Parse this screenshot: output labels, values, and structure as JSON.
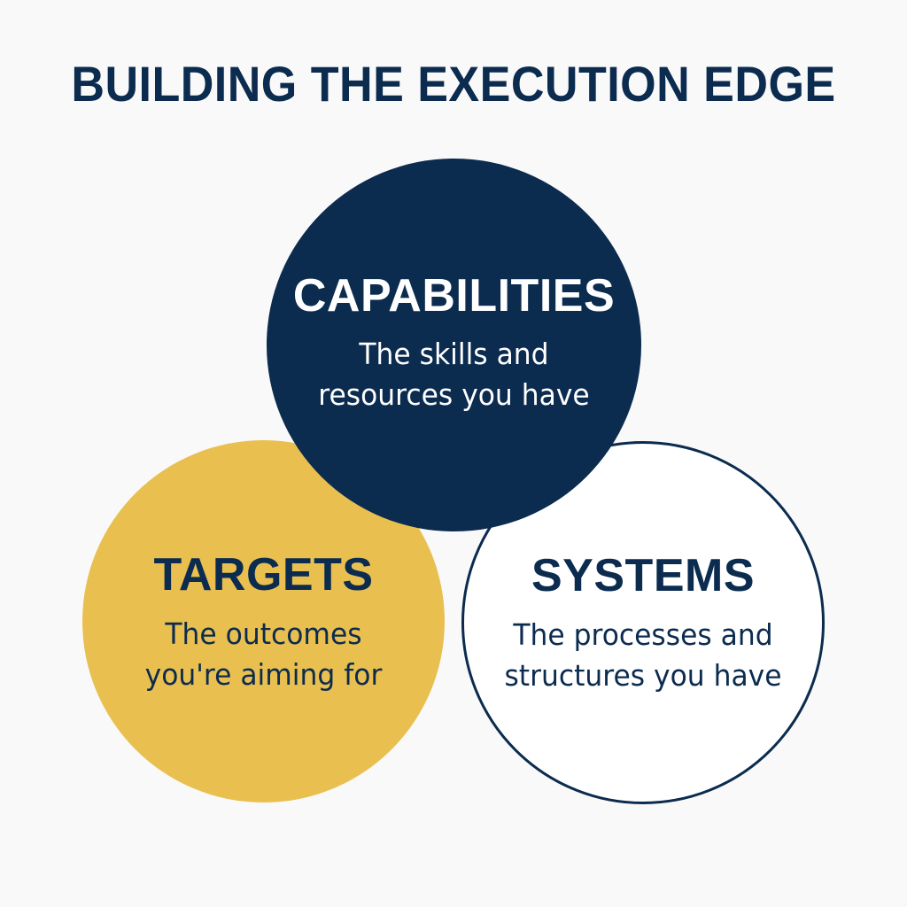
{
  "title": "BUILDING THE EXECUTION EDGE",
  "colors": {
    "background": "#F9F9F9",
    "navy": "#0B2B4F",
    "gold": "#E9BF50",
    "white": "#FFFFFF"
  },
  "circles": {
    "capabilities": {
      "heading": "CAPABILITIES",
      "description_lines": [
        "The skills and",
        "resources you have"
      ],
      "fill": "#0B2B4F",
      "text_color": "#FFFFFF"
    },
    "targets": {
      "heading": "TARGETS",
      "description_lines": [
        "The outcomes",
        "you're aiming for"
      ],
      "fill": "#E9BF50",
      "text_color": "#0B2B4F"
    },
    "systems": {
      "heading": "SYSTEMS",
      "description_lines": [
        "The processes and",
        "structures you have"
      ],
      "fill": "#FFFFFF",
      "outline": "#0B2B4F",
      "text_color": "#0B2B4F"
    }
  }
}
